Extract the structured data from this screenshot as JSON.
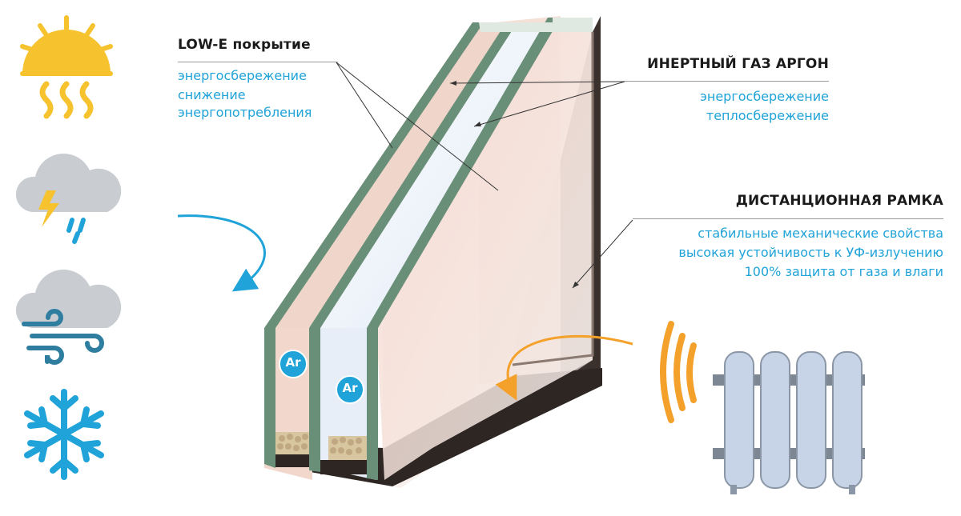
{
  "callouts": {
    "lowe": {
      "title": "LOW-E покрытие",
      "lines": [
        "энергосбережение",
        "снижение",
        "энергопотребления"
      ]
    },
    "argon": {
      "title": "ИНЕРТНЫЙ ГАЗ АРГОН",
      "lines": [
        "энергосбережение",
        "теплосбережение"
      ]
    },
    "frame": {
      "title": "ДИСТАНЦИОННАЯ РАМКА",
      "lines": [
        "стабильные механические свойства",
        "высокая устойчивость к УФ-излучению",
        "100% защита от газа и влаги"
      ]
    }
  },
  "chambers": {
    "chamber1_label": "Ar",
    "chamber2_label": "Ar"
  },
  "icons": [
    "sun-heat-icon",
    "thunderstorm-icon",
    "wind-cloud-icon",
    "snowflake-icon",
    "heat-waves-icon",
    "radiator-icon"
  ],
  "colors": {
    "accent_blue": "#1fa3d8",
    "warm_orange": "#f4a12b",
    "sun_yellow": "#f6c22e",
    "cloud_gray": "#c9ccd1",
    "glass_edge_green": "#6a8f78",
    "spacer_dark": "#2e2623"
  }
}
